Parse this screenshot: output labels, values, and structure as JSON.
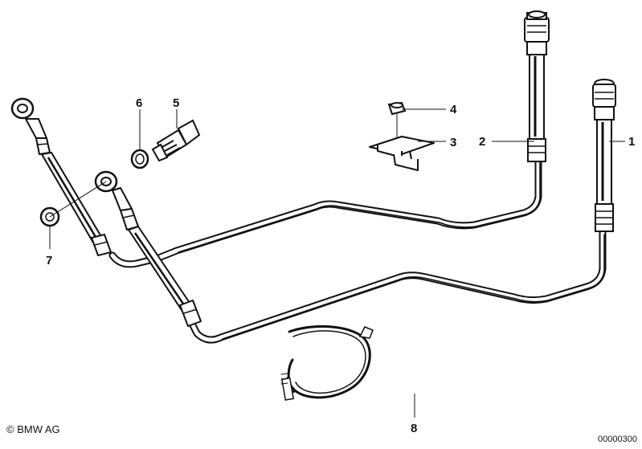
{
  "callouts": {
    "c1": "1",
    "c2": "2",
    "c3": "3",
    "c4": "4",
    "c5": "5",
    "c6": "6",
    "c7": "7",
    "c8": "8"
  },
  "footer": {
    "copyright": "© BMW AG",
    "doc_number": "00000300"
  }
}
